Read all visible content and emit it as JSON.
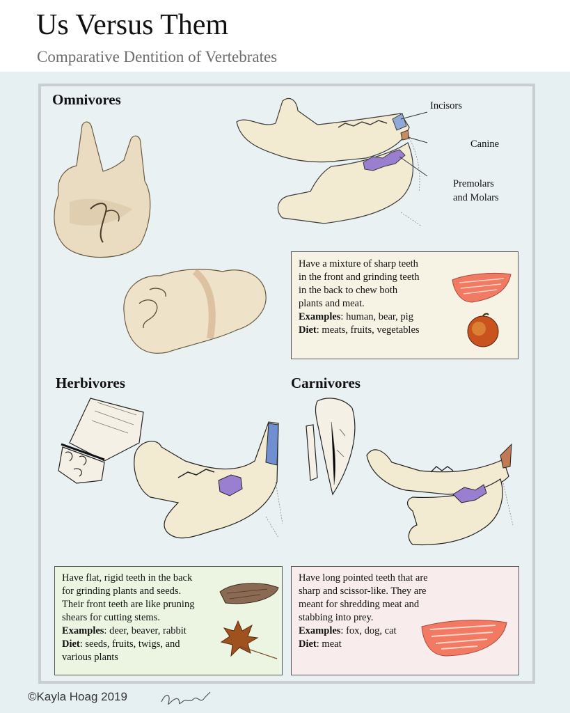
{
  "header": {
    "title": "Us Versus Them",
    "subtitle": "Comparative Dentition of Vertebrates"
  },
  "omnivores": {
    "heading": "Omnivores",
    "labels": {
      "incisors": "Incisors",
      "canine": "Canine",
      "premolars_molars_line1": "Premolars",
      "premolars_molars_line2": "and Molars"
    },
    "description_lines": [
      "Have a mixture of sharp teeth",
      "in the front and grinding teeth",
      "in the back to chew both",
      "plants and meat."
    ],
    "examples_label": "Examples",
    "examples": ": human, bear, pig",
    "diet_label": "Diet",
    "diet": ": meats, fruits, vegetables",
    "box_color": "#f6f2e4"
  },
  "herbivores": {
    "heading": "Herbivores",
    "description_lines": [
      "Have flat, rigid teeth in the back",
      "for grinding plants and seeds.",
      "Their front teeth are like pruning",
      "shears for cutting stems."
    ],
    "examples_label": "Examples",
    "examples": ": deer, beaver, rabbit",
    "diet_label": "Diet",
    "diet_line1": ": seeds, fruits, twigs, and",
    "diet_line2": "various plants",
    "box_color": "#ecf5e2"
  },
  "carnivores": {
    "heading": "Carnivores",
    "description_lines": [
      "Have long pointed teeth that are",
      "sharp and scissor-like. They are",
      "meant for shredding meat and",
      "stabbing into prey."
    ],
    "examples_label": "Examples",
    "examples": ": fox, dog, cat",
    "diet_label": "Diet",
    "diet": ": meat",
    "box_color": "#f8ecec"
  },
  "footer": {
    "copyright": "©Kayla Hoag 2019"
  },
  "colors": {
    "bone": "#f3ead2",
    "incisor_blue": "#8fa9d8",
    "canine_orange": "#c98a5e",
    "molar_purple": "#9a7fd0",
    "panel_bg": "#e9f1f3",
    "border": "#c9cfd1"
  }
}
